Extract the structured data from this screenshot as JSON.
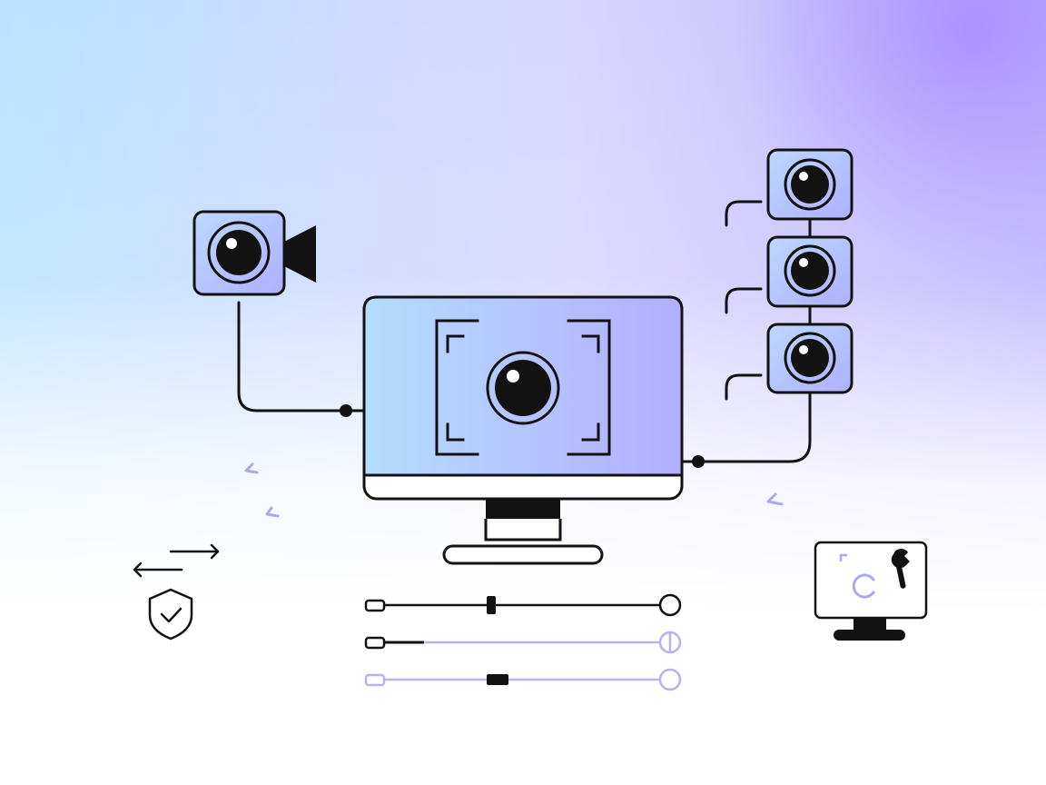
{
  "colors": {
    "stroke": "#121212",
    "accent_light": "#b7dcff",
    "accent_mid": "#b8b4ff",
    "accent_violet": "#9c8cff",
    "spark": "#aca7f2",
    "track_soft": "#b7b2f2"
  },
  "icons": {
    "camera": "video-camera-icon",
    "cameras": [
      "camera-icon",
      "camera-icon",
      "camera-icon"
    ],
    "monitor": "monitor-icon",
    "shield": "shield-check-icon",
    "transfer": "transfer-arrows-icon",
    "settings_monitor": "monitor-wrench-icon"
  },
  "sliders": [
    {
      "level": 0.34
    },
    {
      "level": 0.16
    },
    {
      "level": 0.35
    }
  ]
}
